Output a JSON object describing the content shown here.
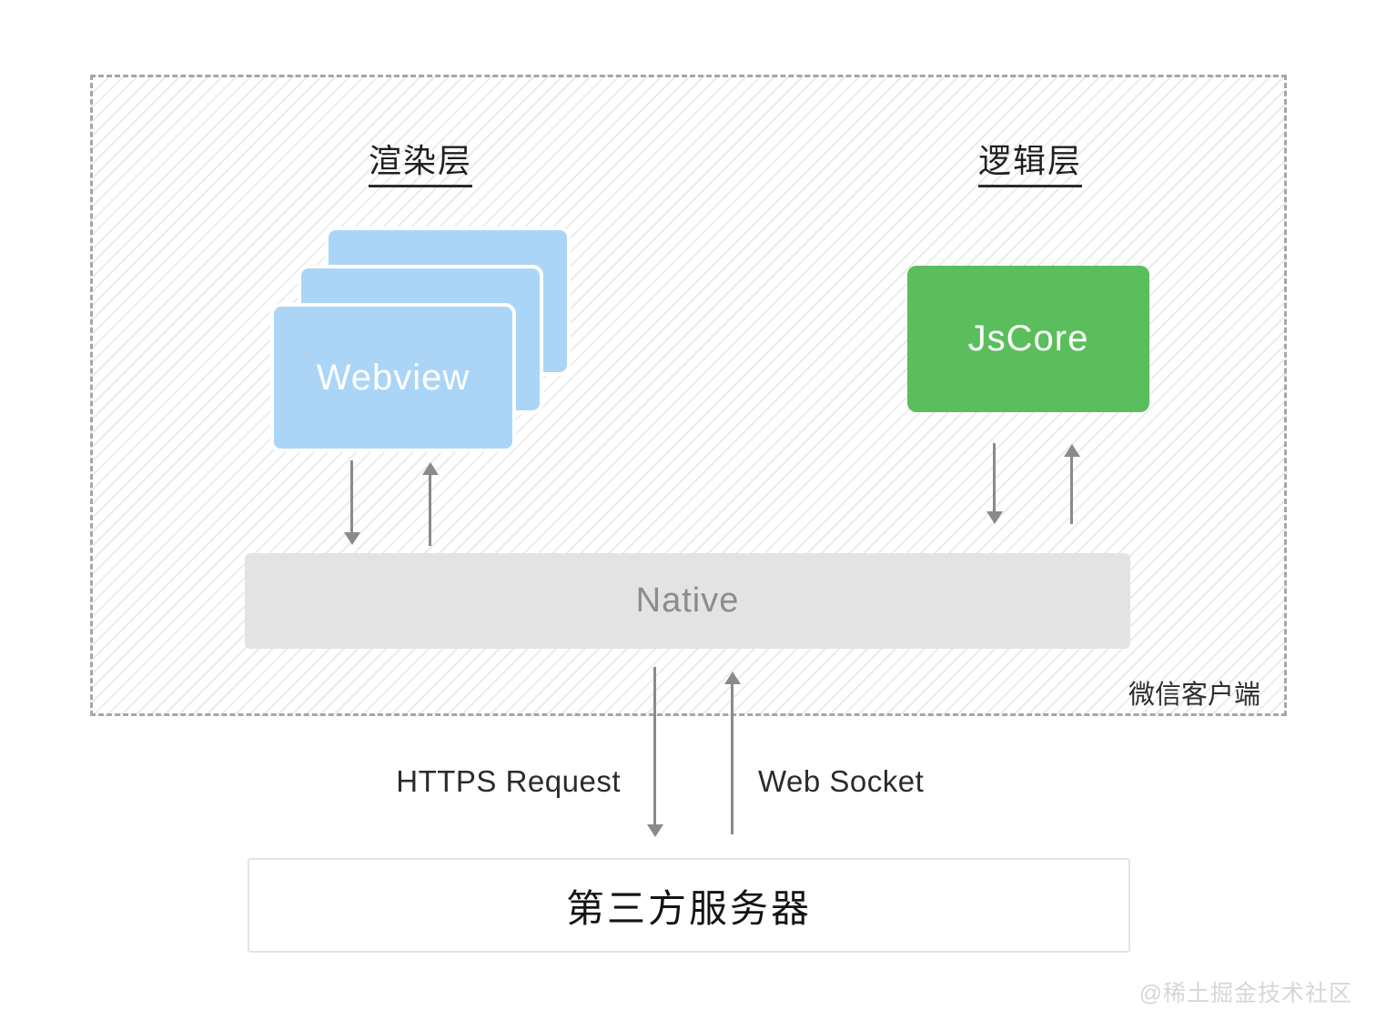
{
  "client": {
    "label": "微信客户端",
    "rendering_layer": {
      "title": "渲染层",
      "webview_label": "Webview"
    },
    "logic_layer": {
      "title": "逻辑层",
      "jscore_label": "JsCore"
    },
    "native": {
      "label": "Native"
    }
  },
  "connections": {
    "https_request_label": "HTTPS Request",
    "web_socket_label": "Web Socket"
  },
  "server": {
    "label": "第三方服务器"
  },
  "watermark": {
    "text": "@稀土掘金技术社区"
  },
  "colors": {
    "webview_blue": "#abd5f6",
    "jscore_green": "#5bbe5c",
    "native_gray": "#e3e3e3",
    "arrow_gray": "#8a8a8a",
    "dashed_border_gray": "#a6a6a6",
    "hatch_stripe": "#ebebed"
  }
}
